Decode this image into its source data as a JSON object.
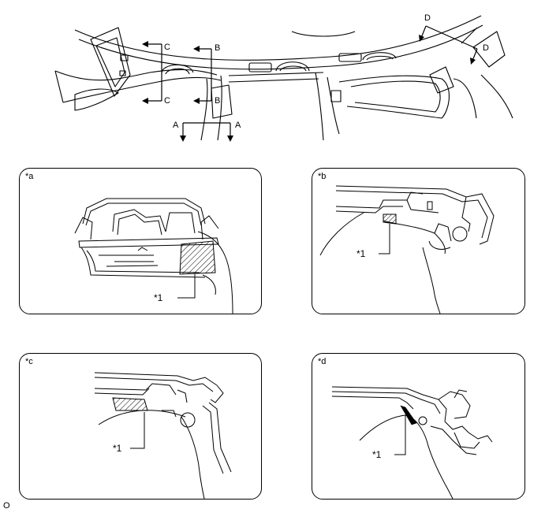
{
  "overview": {
    "section_marks": [
      "A",
      "A",
      "B",
      "B",
      "C",
      "C",
      "D",
      "D"
    ]
  },
  "panels": [
    {
      "label": "*a",
      "callout": "*1"
    },
    {
      "label": "*b",
      "callout": "*1"
    },
    {
      "label": "*c",
      "callout": "*1"
    },
    {
      "label": "*d",
      "callout": "*1"
    }
  ],
  "figure_code": "O"
}
